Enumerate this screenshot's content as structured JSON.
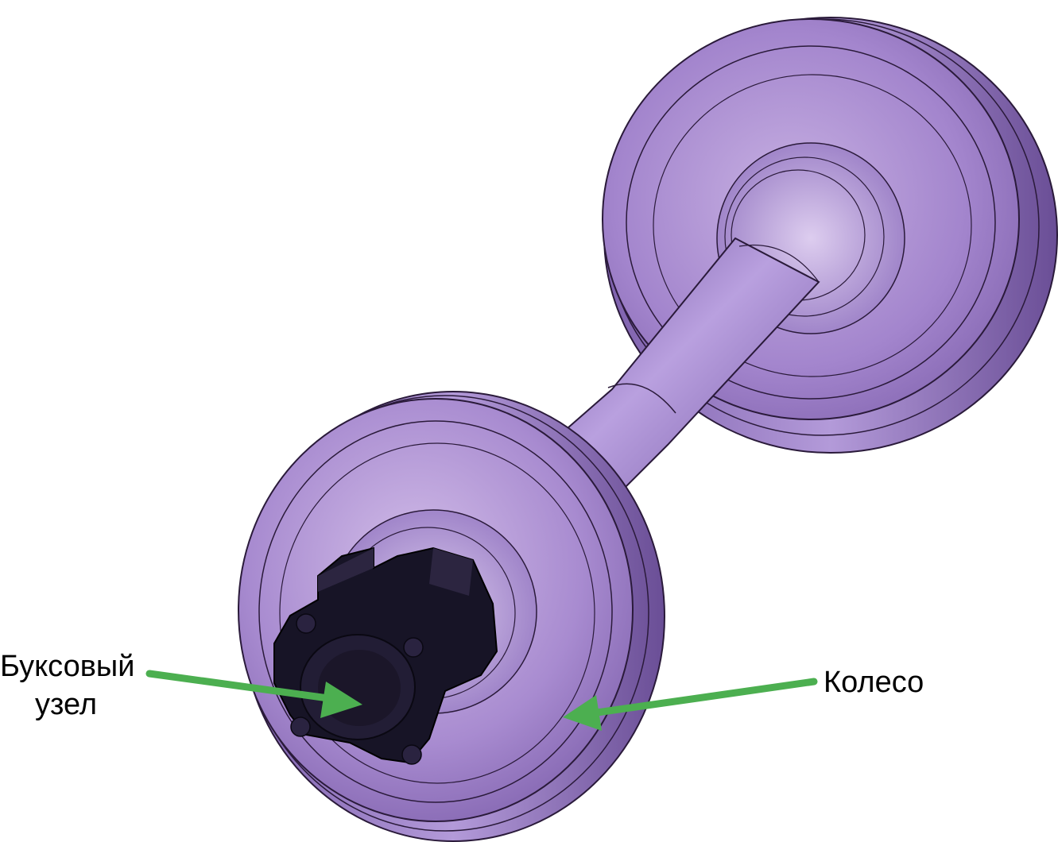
{
  "labels": {
    "axle_box_line1": "Буксовый",
    "axle_box_line2": "узел",
    "wheel": "Колесо"
  },
  "colors": {
    "wheel_body": "#9a7dc4",
    "wheel_light": "#c9b3e3",
    "wheel_dark": "#6c4f98",
    "outline": "#2a1a3a",
    "axle_box": "#171426",
    "arrow": "#4caf50",
    "background": "#ffffff"
  }
}
